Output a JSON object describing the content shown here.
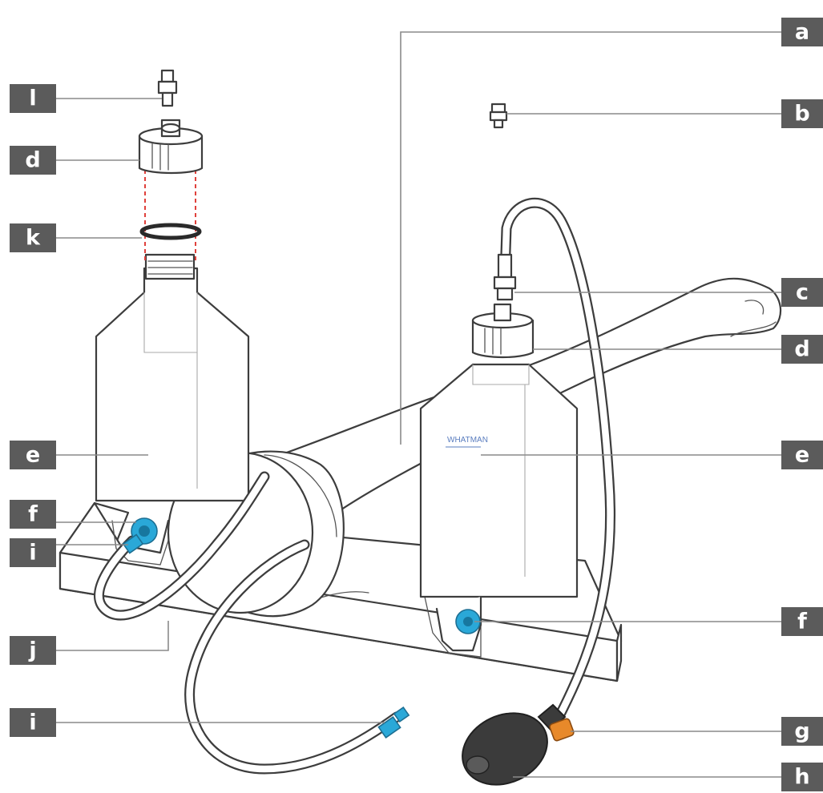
{
  "callouts": {
    "a": "a",
    "b": "b",
    "c": "c",
    "d_right": "d",
    "e_right": "e",
    "f_right": "f",
    "g": "g",
    "h": "h",
    "l": "l",
    "d_left": "d",
    "k": "k",
    "e_left": "e",
    "f_left": "f",
    "i_upper": "i",
    "j": "j",
    "i_lower": "i"
  },
  "bottle_label": "WHATMAN",
  "colors": {
    "callout_box": "#5b5b5b",
    "callout_text": "#ffffff",
    "leader_line": "#8a8a8a",
    "connector_blue": "#2aa8d8",
    "valve_orange": "#e8892a",
    "bulb": "#3b3b3b",
    "guide_dashes": "#e0413c"
  }
}
